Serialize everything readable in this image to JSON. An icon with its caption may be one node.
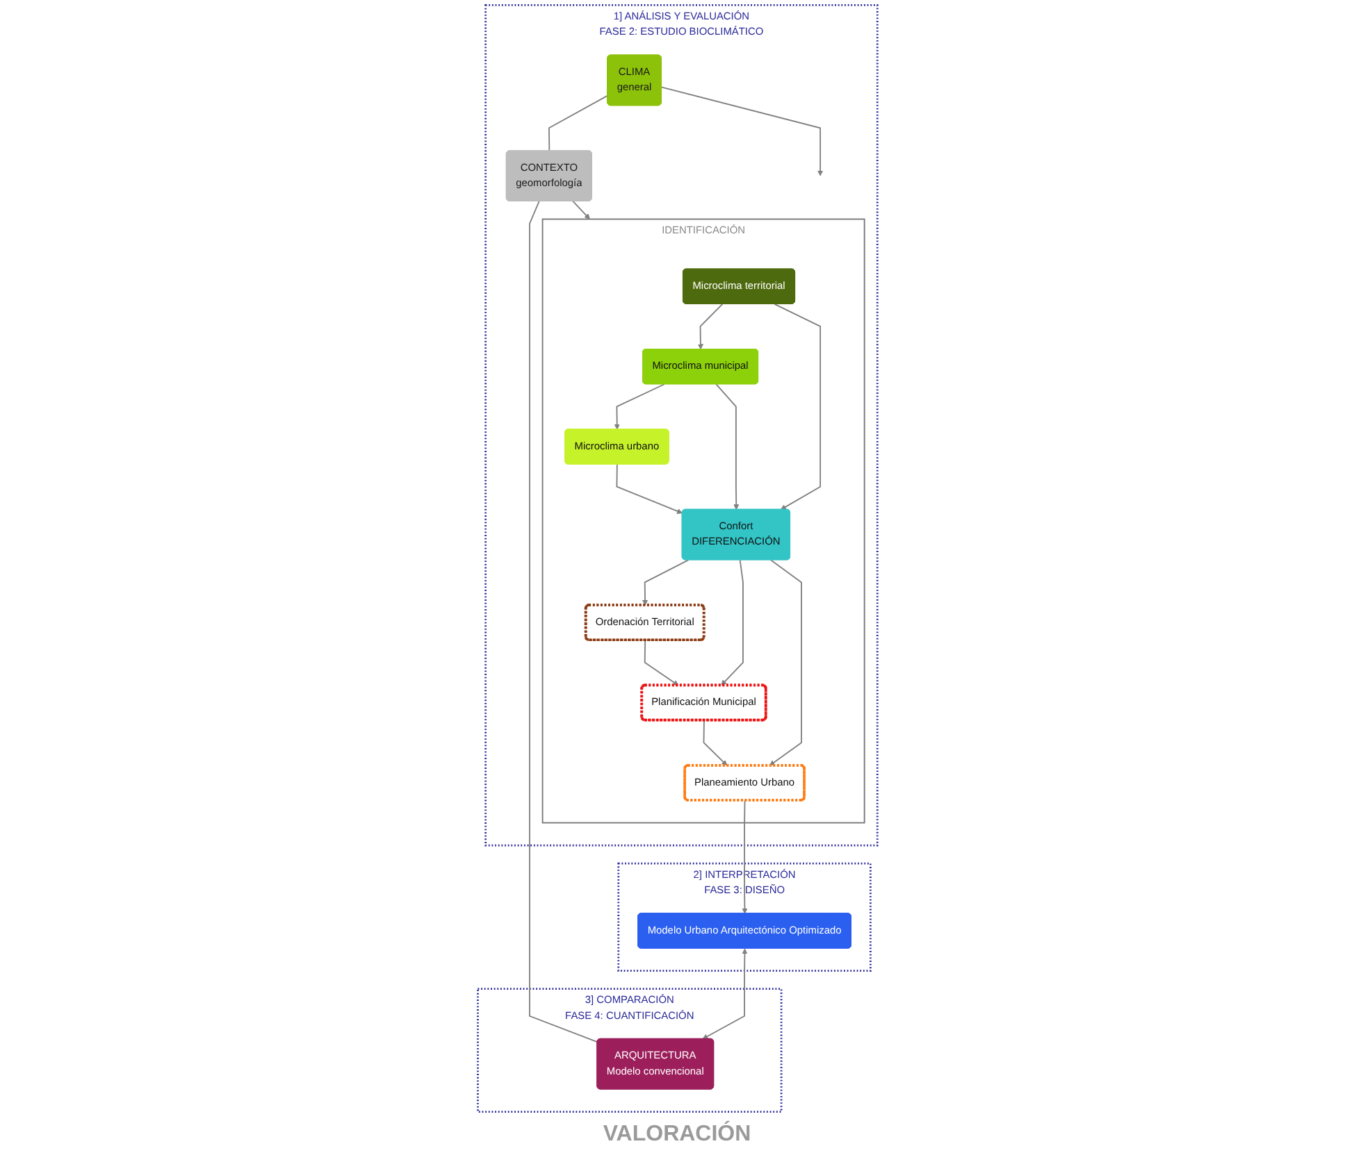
{
  "diagram": {
    "nodes": [
      {
        "text": [
          "1] ANÁLISIS Y EVALUACIÓN",
          "FASE 2: ESTUDIO BIOCLIMÁTICO"
        ]
      },
      {
        "text": [
          "CLIMA",
          "general"
        ],
        "in": 0
      },
      {
        "text": [
          "CONTEXTO",
          "geomorfología"
        ],
        "in": 0
      },
      {
        "text": [
          "IDENTIFICACIÓN"
        ],
        "in": 0
      },
      {
        "text": [
          "Microclima territorial"
        ],
        "in": 3
      },
      {
        "text": [
          "Microclima municipal"
        ],
        "in": 3
      },
      {
        "text": [
          "Microclima urbano"
        ],
        "in": 3
      },
      {
        "text": [
          "Confort",
          "DIFERENCIACIÓN"
        ],
        "in": 3
      },
      {
        "text": [
          "Ordenación Territorial"
        ],
        "in": 3
      },
      {
        "text": [
          "Planificación Municipal"
        ],
        "in": 3
      },
      {
        "text": [
          "Planeamiento Urbano"
        ],
        "in": 3
      },
      {
        "text": [
          "3] COMPARACIÓN",
          "FASE 4: CUANTIFICACIÓN"
        ]
      },
      {
        "text": [
          "ARQUITECTURA",
          "Modelo convencional"
        ],
        "in": 11
      },
      {
        "text": [
          "2] INTERPRETACIÓN",
          "FASE 3: DISEÑO"
        ]
      },
      {
        "text": [
          "Modelo Urbano Arquitectónico Optimizado"
        ],
        "in": 13
      }
    ],
    "edges": [
      {
        "from": 1,
        "to": 2,
        "arrow": "none"
      },
      {
        "from": 2,
        "to": 12,
        "arrow": "none"
      },
      {
        "from": 1,
        "to": 3,
        "arrow": "to"
      },
      {
        "from": 2,
        "to": 3,
        "arrow": "to"
      },
      {
        "from": 4,
        "to": 5,
        "arrow": "to"
      },
      {
        "from": 5,
        "to": 6,
        "arrow": "to"
      },
      {
        "from": 4,
        "to": 7,
        "arrow": "to"
      },
      {
        "from": 5,
        "to": 7,
        "arrow": "to"
      },
      {
        "from": 6,
        "to": 7,
        "arrow": "to"
      },
      {
        "from": 7,
        "to": 8,
        "arrow": "to"
      },
      {
        "from": 7,
        "to": 9,
        "arrow": "to"
      },
      {
        "from": 7,
        "to": 10,
        "arrow": "to"
      },
      {
        "from": 8,
        "to": 9,
        "arrow": "to"
      },
      {
        "from": 9,
        "to": 10,
        "arrow": "to"
      },
      {
        "from": 10,
        "to": 14,
        "arrow": "to"
      },
      {
        "from": 14,
        "to": 12,
        "arrow": "both"
      }
    ],
    "labels": [
      "VALORACIÓN"
    ]
  }
}
